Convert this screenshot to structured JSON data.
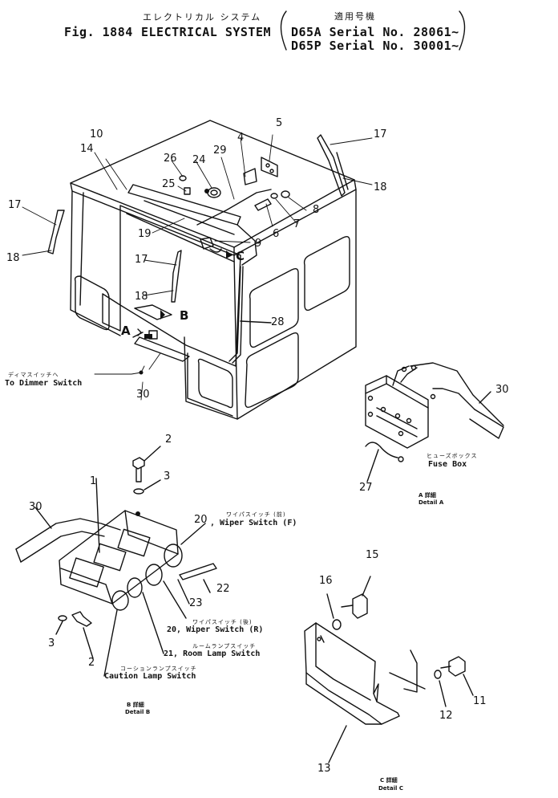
{
  "header": {
    "fig_label": "Fig. 1884",
    "title_jp": "エレクトリカル システム",
    "title_en": "ELECTRICAL SYSTEM",
    "applicable_jp": "適用号機",
    "serial_1": "D65A Serial No. 28061~",
    "serial_2": "D65P Serial No. 30001~"
  },
  "labels": {
    "to_dimmer_jp": "ディマスイッチへ",
    "to_dimmer_en": "To Dimmer Switch",
    "fuse_box_jp": "ヒューズボックス",
    "fuse_box_en": "Fuse Box",
    "detail_a_jp": "A 詳細",
    "detail_a_en": "Detail A",
    "detail_b_jp": "B 詳細",
    "detail_b_en": "Detail B",
    "detail_c_jp": "C 詳細",
    "detail_c_en": "Detail C",
    "wiper_f_jp": "ワイパスイッチ (前)",
    "wiper_f_en": ", Wiper Switch (F)",
    "wiper_r_jp": "ワイパスイッチ (後)",
    "wiper_r_en": "20, Wiper Switch (R)",
    "room_jp": "ルームランプスイッチ",
    "room_en": "21, Room Lamp Switch",
    "caution_jp": "コーションランプスイッチ",
    "caution_en": "Caution Lamp Switch",
    "marker_a": "A",
    "marker_b": "B",
    "marker_c": "C"
  },
  "callouts": {
    "c1": "1",
    "c2a": "2",
    "c2b": "2",
    "c3a": "3",
    "c3b": "3",
    "c4": "4",
    "c5": "5",
    "c6": "6",
    "c7": "7",
    "c8": "8",
    "c9": "9",
    "c10": "10",
    "c11": "11",
    "c12": "12",
    "c13": "13",
    "c14": "14",
    "c15": "15",
    "c16": "16",
    "c17a": "17",
    "c17b": "17",
    "c17c": "17",
    "c18a": "18",
    "c18b": "18",
    "c18c": "18",
    "c19": "19",
    "c20": "20",
    "c22": "22",
    "c23": "23",
    "c24": "24",
    "c25": "25",
    "c26": "26",
    "c27": "27",
    "c28": "28",
    "c29": "29",
    "c30a": "30",
    "c30b": "30",
    "c30c": "30"
  }
}
